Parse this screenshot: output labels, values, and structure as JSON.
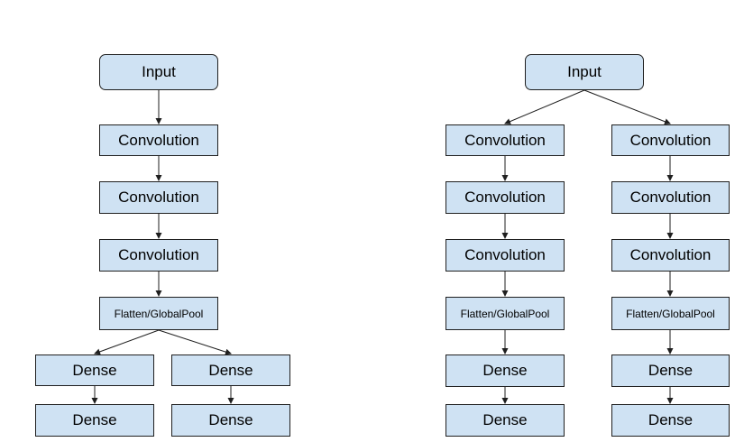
{
  "left_diagram": {
    "input": "Input",
    "conv1": "Convolution",
    "conv2": "Convolution",
    "conv3": "Convolution",
    "pool": "Flatten/GlobalPool",
    "dense_l1": "Dense",
    "dense_l2": "Dense",
    "dense_r1": "Dense",
    "dense_r2": "Dense"
  },
  "right_diagram": {
    "input": "Input",
    "branch_a": {
      "conv1": "Convolution",
      "conv2": "Convolution",
      "conv3": "Convolution",
      "pool": "Flatten/GlobalPool",
      "dense1": "Dense",
      "dense2": "Dense"
    },
    "branch_b": {
      "conv1": "Convolution",
      "conv2": "Convolution",
      "conv3": "Convolution",
      "pool": "Flatten/GlobalPool",
      "dense1": "Dense",
      "dense2": "Dense"
    }
  },
  "colors": {
    "node_fill": "#cfe2f3",
    "stroke": "#1f1f1f"
  }
}
